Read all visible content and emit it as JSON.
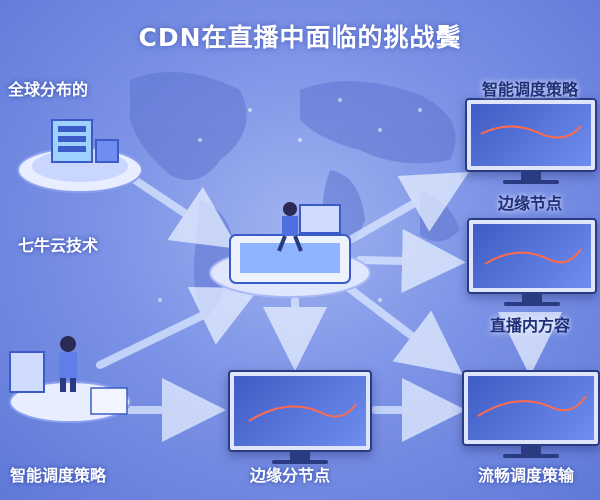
{
  "title": "CDN在直播中面临的挑战鬓",
  "labels": {
    "global": "全球分布的",
    "qiniu": "七牛云技术",
    "smart_bottom": "智能调度策略",
    "edge_bottom": "边缘分节点",
    "smart_top": "智能调度策略",
    "edge_right": "边缘节点",
    "live_content": "直播内方容",
    "smooth": "流畅调度策输"
  },
  "colors": {
    "background": "#7d93e6",
    "arrow": "#cfe0ff",
    "screen": "#4f6ed6",
    "route": "#ff6b4a"
  }
}
